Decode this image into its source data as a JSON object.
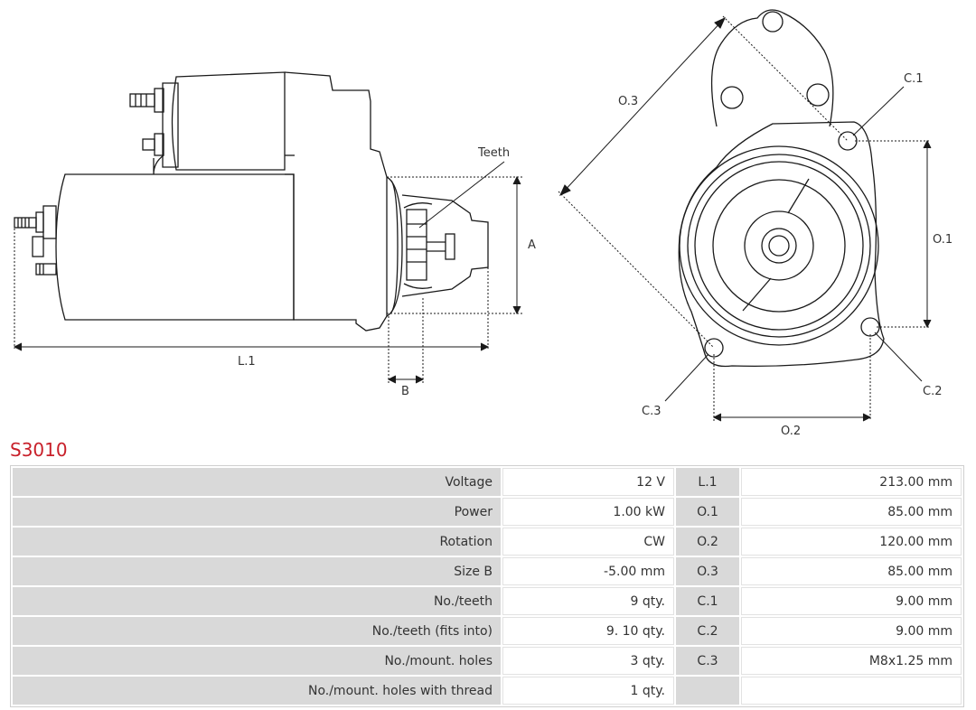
{
  "drawing": {
    "labels": {
      "teeth": "Teeth",
      "a": "A",
      "b": "B",
      "l1": "L.1",
      "o1": "O.1",
      "o2": "O.2",
      "o3": "O.3",
      "c1": "C.1",
      "c2": "C.2",
      "c3": "C.3"
    }
  },
  "part": {
    "code": "S3010"
  },
  "specs": {
    "rows": [
      {
        "label": "Voltage",
        "value": "12 V",
        "dim": "L.1",
        "dim_value": "213.00 mm"
      },
      {
        "label": "Power",
        "value": "1.00 kW",
        "dim": "O.1",
        "dim_value": "85.00 mm"
      },
      {
        "label": "Rotation",
        "value": "CW",
        "dim": "O.2",
        "dim_value": "120.00 mm"
      },
      {
        "label": "Size B",
        "value": "-5.00 mm",
        "dim": "O.3",
        "dim_value": "85.00 mm"
      },
      {
        "label": "No./teeth",
        "value": "9 qty.",
        "dim": "C.1",
        "dim_value": "9.00 mm"
      },
      {
        "label": "No./teeth (fits into)",
        "value": "9. 10 qty.",
        "dim": "C.2",
        "dim_value": "9.00 mm"
      },
      {
        "label": "No./mount. holes",
        "value": "3 qty.",
        "dim": "C.3",
        "dim_value": "M8x1.25 mm"
      },
      {
        "label": "No./mount. holes with thread",
        "value": "1 qty.",
        "dim": "",
        "dim_value": ""
      }
    ]
  }
}
